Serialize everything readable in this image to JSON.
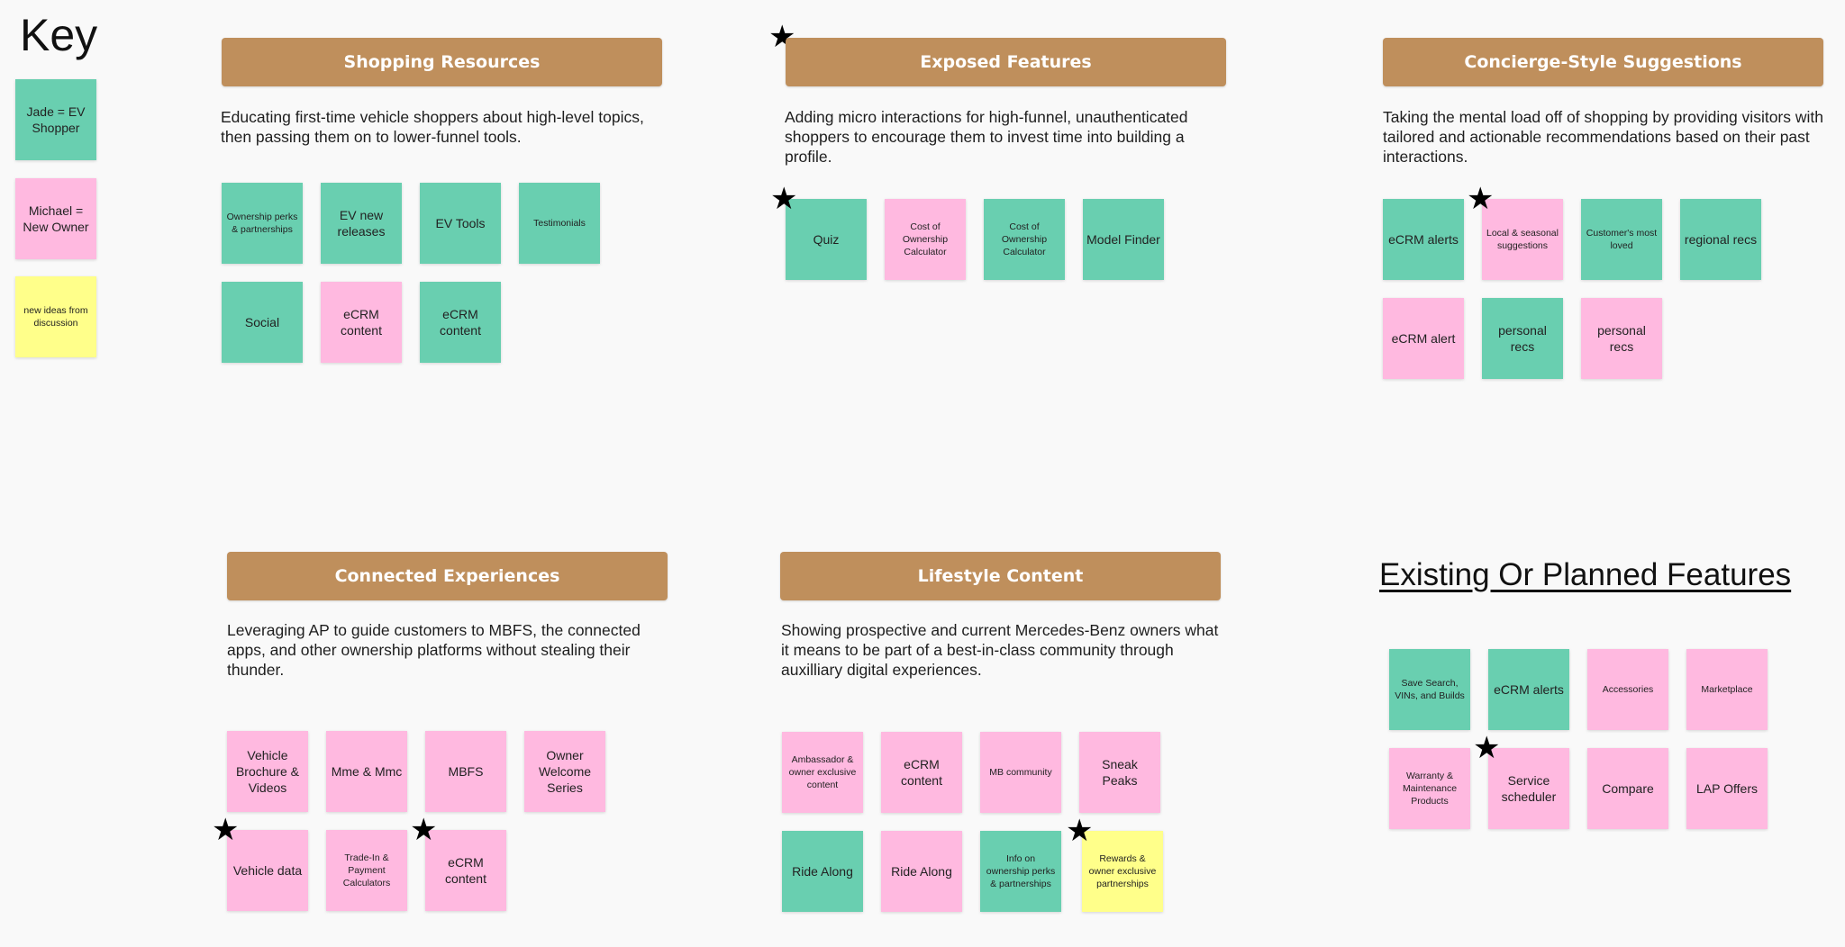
{
  "key": {
    "title": "Key",
    "items": [
      {
        "label": "Jade = EV Shopper"
      },
      {
        "label": "Michael = New Owner"
      },
      {
        "label": "new ideas from discussion"
      }
    ]
  },
  "colors": {
    "header": "#bf8f5c",
    "green": "#69cfb0",
    "pink": "#ffb9e0",
    "yellow": "#ffff8a"
  },
  "sections": {
    "shopping": {
      "title": "Shopping Resources",
      "description": "Educating first-time vehicle shoppers about high-level topics, then passing them on to lower-funnel tools.",
      "notes": [
        "Ownership perks & partnerships",
        "EV new releases",
        "EV Tools",
        "Testimonials",
        "Social",
        "eCRM content",
        "eCRM content"
      ]
    },
    "exposed": {
      "title": "Exposed Features",
      "description": "Adding micro interactions for high-funnel, unauthenticated shoppers to encourage them to invest time into building a profile.",
      "notes": [
        "Quiz",
        "Cost of Ownership Calculator",
        "Cost of Ownership Calculator",
        "Model Finder"
      ]
    },
    "concierge": {
      "title": "Concierge-Style Suggestions",
      "description": "Taking the mental load off of shopping by providing visitors with tailored and actionable recommendations based on their past interactions.",
      "notes": [
        "eCRM alerts",
        "Local & seasonal suggestions",
        "Customer's most loved",
        "regional recs",
        "eCRM alert",
        "personal recs",
        "personal recs"
      ]
    },
    "connected": {
      "title": "Connected Experiences",
      "description": "Leveraging AP to guide customers to MBFS, the connected apps, and other ownership platforms without stealing their thunder.",
      "notes": [
        "Vehicle Brochure & Videos",
        "Mme & Mmc",
        "MBFS",
        "Owner Welcome Series",
        "Vehicle data",
        "Trade-In & Payment Calculators",
        "eCRM content"
      ]
    },
    "lifestyle": {
      "title": "Lifestyle Content",
      "description": "Showing prospective and current Mercedes-Benz owners what it means to be part of a best-in-class community through auxilliary digital experiences.",
      "notes": [
        "Ambassador & owner exclusive content",
        "eCRM content",
        "MB community",
        "Sneak Peaks",
        "Ride Along",
        "Ride Along",
        "Info on ownership perks & partnerships",
        "Rewards & owner exclusive partnerships"
      ]
    },
    "existing": {
      "title": "Existing Or Planned Features",
      "notes": [
        "Save Search, VINs, and Builds",
        "eCRM alerts",
        "Accessories",
        "Marketplace",
        "Warranty & Maintenance Products",
        "Service scheduler",
        "Compare",
        "LAP Offers"
      ]
    }
  }
}
